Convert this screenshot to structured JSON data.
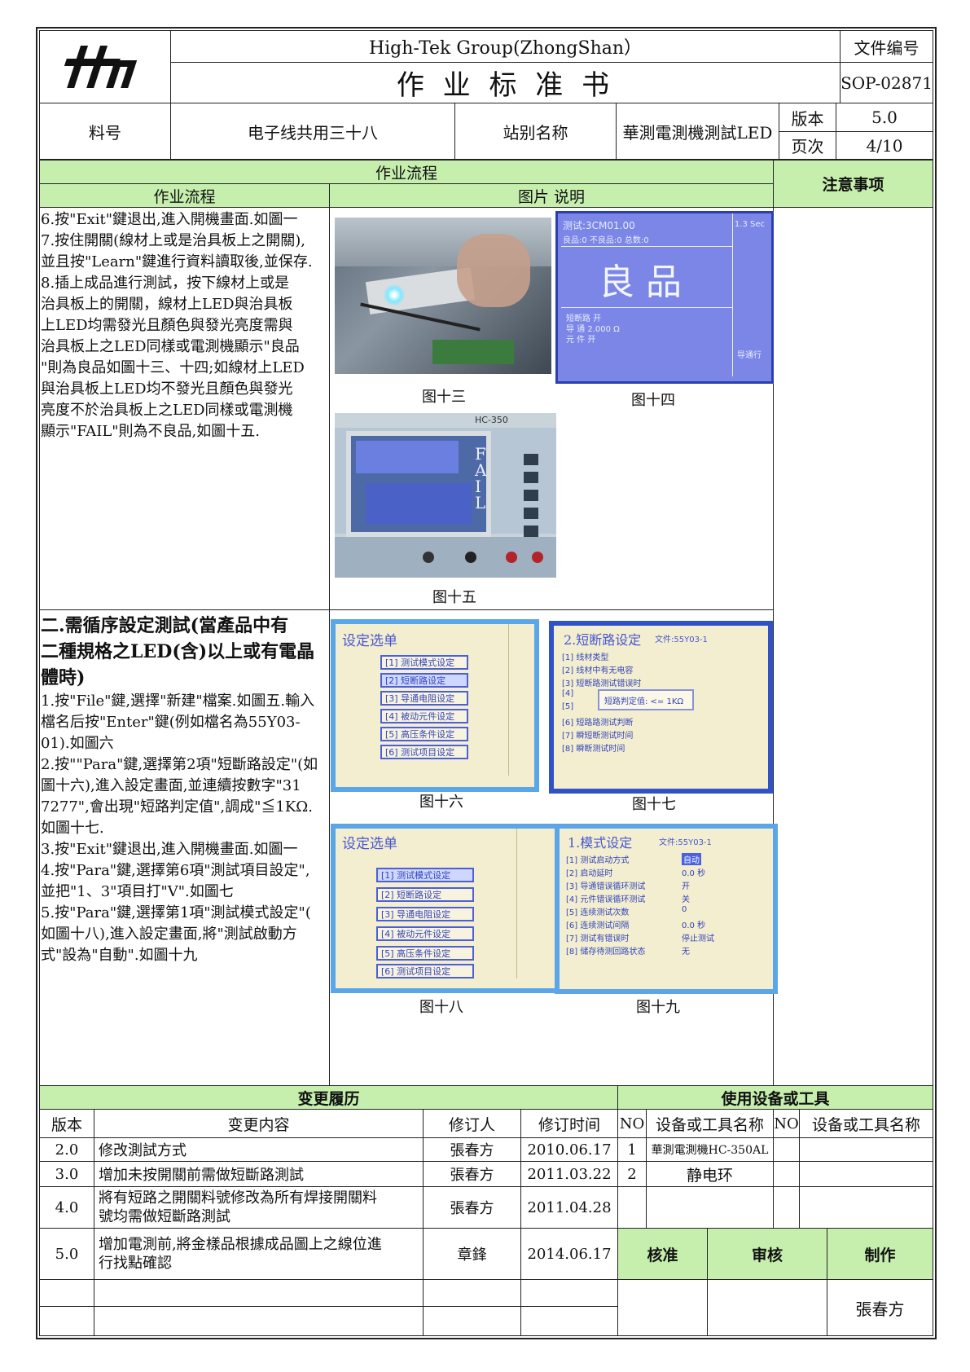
{
  "header": {
    "company": "High-Tek Group(ZhongShan）",
    "doc_title": "作 业 标 准 书",
    "doc_no_label": "文件编号",
    "doc_no": "SOP-02871",
    "part_label": "料号",
    "part_value": "电子线共用三十八",
    "station_label": "站别名称",
    "station_value": "華測電測機測試LED",
    "version_label": "版本",
    "version_value": "5.0",
    "page_label": "页次",
    "page_value": "4/10"
  },
  "section": {
    "flow_title": "作业流程",
    "flow_col": "作业流程",
    "image_col": "图片 说明",
    "notes_col": "注意事项"
  },
  "procedure1": "6.按\"Exit\"鍵退出,進入開機畫面.如圖一\n7.按住開關(線材上或是治具板上之開關),\n並且按\"Learn\"鍵進行資料讀取後,並保存.\n8.插上成品進行測試，按下線材上或是\n治具板上的開關，線材上LED與治具板\n上LED均需發光且顏色與發光亮度需與\n治具板上之LED同樣或電測機顯示\"良品\n\"則為良品如圖十三、十四;如線材上LED\n與治具板上LED均不發光且顏色與發光\n亮度不於治具板上之LED同樣或電測機\n顯示\"FAIL\"則為不良品,如圖十五.",
  "procedure2_heading": "二.需循序設定測試(當產品中有\n二種規格之LED(含)以上或有電晶\n體時)",
  "procedure2": "1.按\"File\"鍵,選擇\"新建\"檔案.如圖五.輸入\n檔名后按\"Enter\"鍵(例如檔名為55Y03-\n01).如圖六\n2.按\"\"Para\"鍵,選擇第2項\"短斷路設定\"(如\n圖十六),進入設定畫面,並連續按數字\"31\n7277\",會出現\"短路判定值\",調成\"≦1KΩ.\n如圖十七.\n3.按\"Exit\"鍵退出,進入開機畫面.如圖一\n4.按\"Para\"鍵,選擇第6項\"測試項目設定\",\n並把\"1、3\"項目打\"V\".如圖七\n5.按\"Para\"鍵,選擇第1項\"測試模式設定\"(\n如圖十八),進入設定畫面,將\"測試啟動方\n式\"設為\"自動\".如圖十九",
  "captions": {
    "fig13": "图十三",
    "fig14": "图十四",
    "fig15": "图十五",
    "fig16": "图十六",
    "fig17": "图十七",
    "fig18": "图十八",
    "fig19": "图十九"
  },
  "screens": {
    "fig14": {
      "header": "测试:3CM01.00",
      "time": "1.3 Sec",
      "counts": "良品:0    不良品:0    总数:0",
      "big": "良 品",
      "lines": [
        "短断路  开",
        "导  通  2.000 Ω",
        "元  件  开"
      ],
      "corner": "导通行"
    },
    "fig15": {
      "fail": "FAIL",
      "top": "HC-350"
    },
    "fig16": {
      "title": "设定选单",
      "items": [
        "[1] 测试模式设定",
        "[2] 短断路设定",
        "[3] 导通电阻设定",
        "[4] 被动元件设定",
        "[5] 高压条件设定",
        "[6] 测试项目设定"
      ]
    },
    "fig17": {
      "title": "2.短断路设定",
      "file": "文件:55Y03-1",
      "popup": "短路判定值: <= 1KΩ",
      "rows": [
        "[1] 线材类型",
        "[2] 线材中有无电容",
        "[3] 短断路测试错误时",
        "[4]",
        "[5]",
        "[6] 短路路测试判断",
        "[7] 瞬短断测试时间",
        "[8] 瞬断测试时间"
      ]
    },
    "fig18": {
      "title": "设定选单",
      "items": [
        "[1] 测试模式设定",
        "[2] 短断路设定",
        "[3] 导通电阻设定",
        "[4] 被动元件设定",
        "[5] 高压条件设定",
        "[6] 测试项目设定"
      ]
    },
    "fig19": {
      "title": "1.模式设定",
      "file": "文件:55Y03-1",
      "rows": [
        "[1] 测试启动方式",
        "[2] 启动延时",
        "[3] 导通错误循环测试",
        "[4] 元件错误循环测试",
        "[5] 连续测试次数",
        "[6] 连续测试间隔",
        "[7] 测试有错误时",
        "[8] 储存待测回路状态"
      ],
      "values": [
        "自动",
        "0.0  秒",
        "开",
        "关",
        "0",
        "0.0  秒",
        "停止测试",
        "无"
      ]
    }
  },
  "change_history": {
    "title": "变更履历",
    "headers": [
      "版本",
      "变更内容",
      "修订人",
      "修订时间"
    ],
    "rows": [
      [
        "2.0",
        "修改測試方式",
        "張春方",
        "2010.06.17"
      ],
      [
        "3.0",
        "增加未按開關前需做短斷路測試",
        "張春方",
        "2011.03.22"
      ],
      [
        "4.0",
        "將有短路之開關料號修改為所有焊接開關料\n號均需做短斷路測試",
        "張春方",
        "2011.04.28"
      ],
      [
        "5.0",
        "增加電測前,將金樣品根據成品圖上之線位進\n行找點確認",
        "章鋒",
        "2014.06.17"
      ]
    ]
  },
  "equipment": {
    "title": "使用设备或工具",
    "headers": [
      "NO",
      "设备或工具名称",
      "NO",
      "设备或工具名称"
    ],
    "rows": [
      [
        "1",
        "華測電測機HC-350AL",
        "",
        ""
      ],
      [
        "2",
        "静电环",
        "",
        ""
      ]
    ]
  },
  "approval": {
    "approve": "核准",
    "review": "审核",
    "make": "制作",
    "maker": "張春方"
  }
}
